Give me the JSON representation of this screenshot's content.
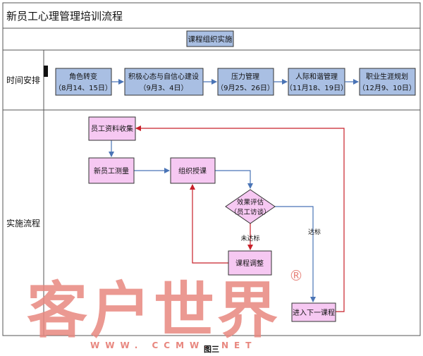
{
  "title": "新员工心理管理培训流程",
  "header_box": "课程组织实施",
  "sections": {
    "schedule": "时间安排",
    "process": "实施流程"
  },
  "schedule_items": [
    {
      "line1": "角色转变",
      "line2": "（8月14、15日）"
    },
    {
      "line1": "积极心态与自信心建设",
      "line2": "（9月3、4日）"
    },
    {
      "line1": "压力管理",
      "line2": "（9月25、26日）"
    },
    {
      "line1": "人际和谐管理",
      "line2": "（11月18、19日）"
    },
    {
      "line1": "职业生涯规划",
      "line2": "（12月9、10日）"
    }
  ],
  "flow": {
    "collect": "员工资料收集",
    "test": "新员工测量",
    "organize": "组织授课",
    "evaluate_line1": "效果评估",
    "evaluate_line2": "（员工访谈）",
    "not_pass": "未达标",
    "pass": "达标",
    "adjust": "课程调整",
    "next": "进入下一课程"
  },
  "watermark": {
    "text": "客户世界",
    "registered": "®",
    "url": "WWW. CCMW. NET"
  },
  "caption": "图三",
  "colors": {
    "schedule_box_fill": "#a9bfe3",
    "process_box_fill": "#f6c8f2",
    "arrow_blue": "#4a74b6",
    "arrow_red": "#c8202a",
    "watermark": "#e8877f"
  }
}
